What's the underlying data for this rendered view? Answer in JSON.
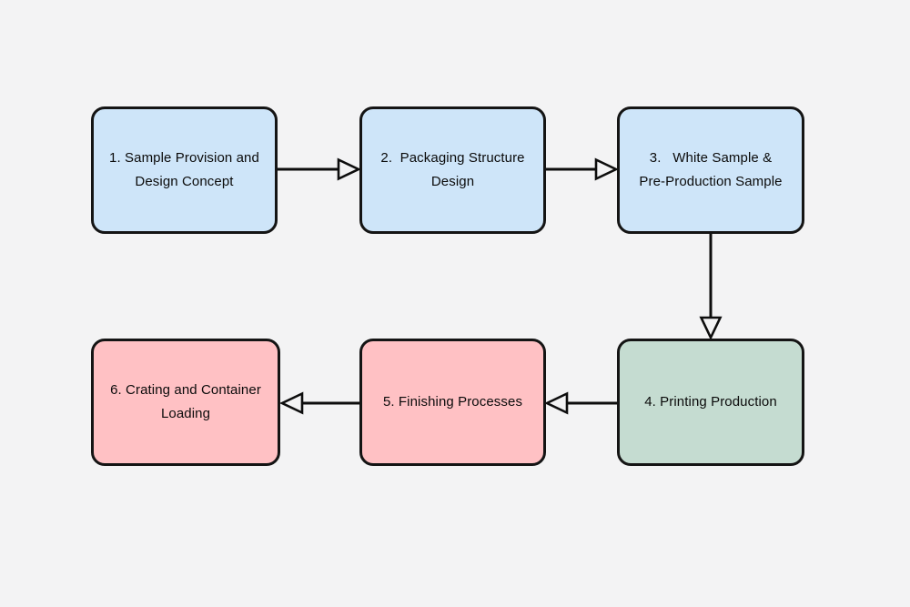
{
  "diagram": {
    "type": "flowchart",
    "background": "#f3f3f4",
    "node_border_color": "#141414",
    "text_color": "#0b0b0b",
    "arrowhead_style": "hollow-triangle",
    "nodes": [
      {
        "id": "step-1",
        "label": "1. Sample Provision and Design Concept",
        "lines": [
          "1. Sample Provision and",
          "Design Concept"
        ],
        "fill": "#cee5f9"
      },
      {
        "id": "step-2",
        "label": "2.  Packaging Structure Design",
        "lines": [
          "2.  Packaging Structure",
          "Design"
        ],
        "fill": "#cee5f9"
      },
      {
        "id": "step-3",
        "label": "3.   White Sample & Pre-Production Sample",
        "lines": [
          "3.   White Sample &",
          "Pre-Production Sample"
        ],
        "fill": "#cee5f9"
      },
      {
        "id": "step-4",
        "label": "4. Printing Production",
        "lines": [
          "4. Printing Production"
        ],
        "fill": "#c5dcd1"
      },
      {
        "id": "step-5",
        "label": "5. Finishing Processes",
        "lines": [
          "5. Finishing Processes"
        ],
        "fill": "#ffc1c4"
      },
      {
        "id": "step-6",
        "label": "6. Crating and Container Loading",
        "lines": [
          "6. Crating and Container",
          "Loading"
        ],
        "fill": "#ffc1c4"
      }
    ],
    "edges": [
      {
        "from": "step-1",
        "to": "step-2",
        "direction": "right"
      },
      {
        "from": "step-2",
        "to": "step-3",
        "direction": "right"
      },
      {
        "from": "step-3",
        "to": "step-4",
        "direction": "down"
      },
      {
        "from": "step-4",
        "to": "step-5",
        "direction": "left"
      },
      {
        "from": "step-5",
        "to": "step-6",
        "direction": "left"
      }
    ]
  }
}
